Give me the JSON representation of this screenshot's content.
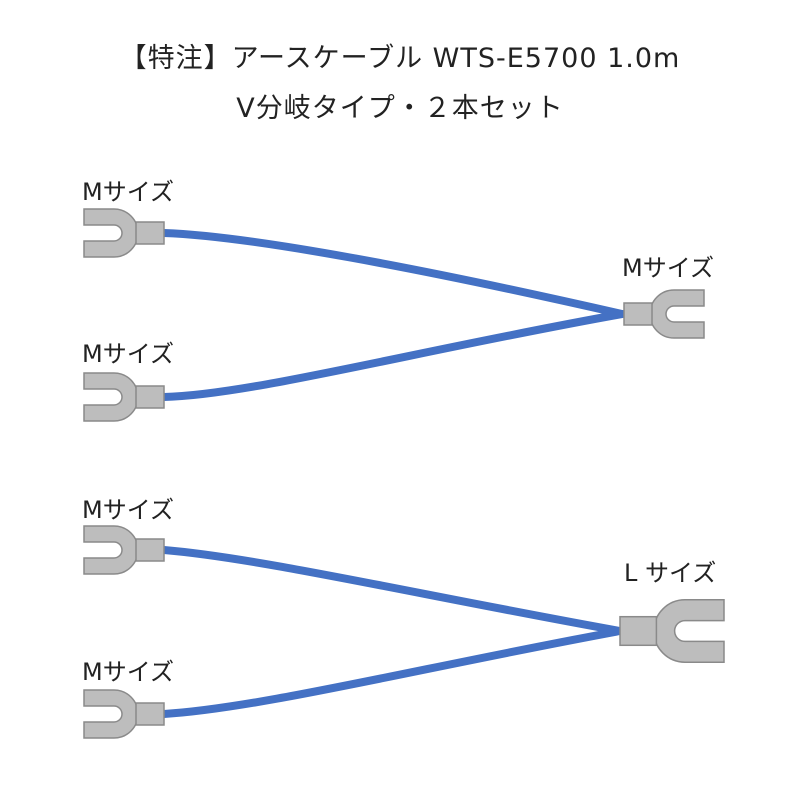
{
  "title": {
    "line1": "【特注】アースケーブル WTS-E5700 1.0m",
    "line2": "V分岐タイプ・２本セット"
  },
  "colors": {
    "cable": "#4471c4",
    "terminal_fill": "#bdbdbd",
    "terminal_stroke": "#8a8a8a"
  },
  "assemblies": [
    {
      "name": "upper",
      "branch_labels": [
        "Mサイズ",
        "Mサイズ"
      ],
      "joined_label": "Mサイズ"
    },
    {
      "name": "lower",
      "branch_labels": [
        "Mサイズ",
        "Mサイズ"
      ],
      "joined_label": "L サイズ"
    }
  ]
}
